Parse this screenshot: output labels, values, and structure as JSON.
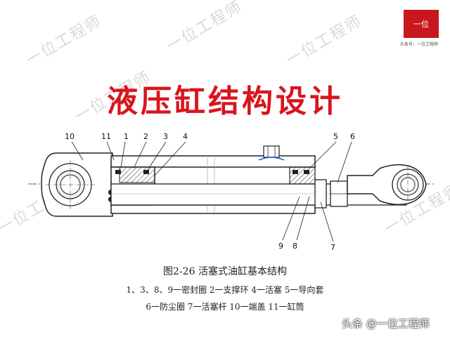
{
  "watermarks": [
    "一位工程师",
    "一位工程师",
    "一位工程师",
    "一位工程师",
    "一位工程师",
    "一位工程师"
  ],
  "logo": {
    "text": "一位",
    "subtitle": "头条号：一位工程师",
    "color": "#c8171e"
  },
  "title": "液压缸结构设计",
  "title_color": "#d9141d",
  "diagram": {
    "labels": [
      "10",
      "11",
      "1",
      "2",
      "3",
      "4",
      "5",
      "6",
      "9",
      "8",
      "7"
    ]
  },
  "caption": "图2-26 活塞式油缸基本结构",
  "legend": {
    "line1": "1、3、8、9一密封圈  2一支撑环  4一活塞  5一导向套",
    "line2": "6一防尘圈  7一活塞杆  10一端盖  11一缸筒"
  },
  "footer": "头条 @一位工程师"
}
